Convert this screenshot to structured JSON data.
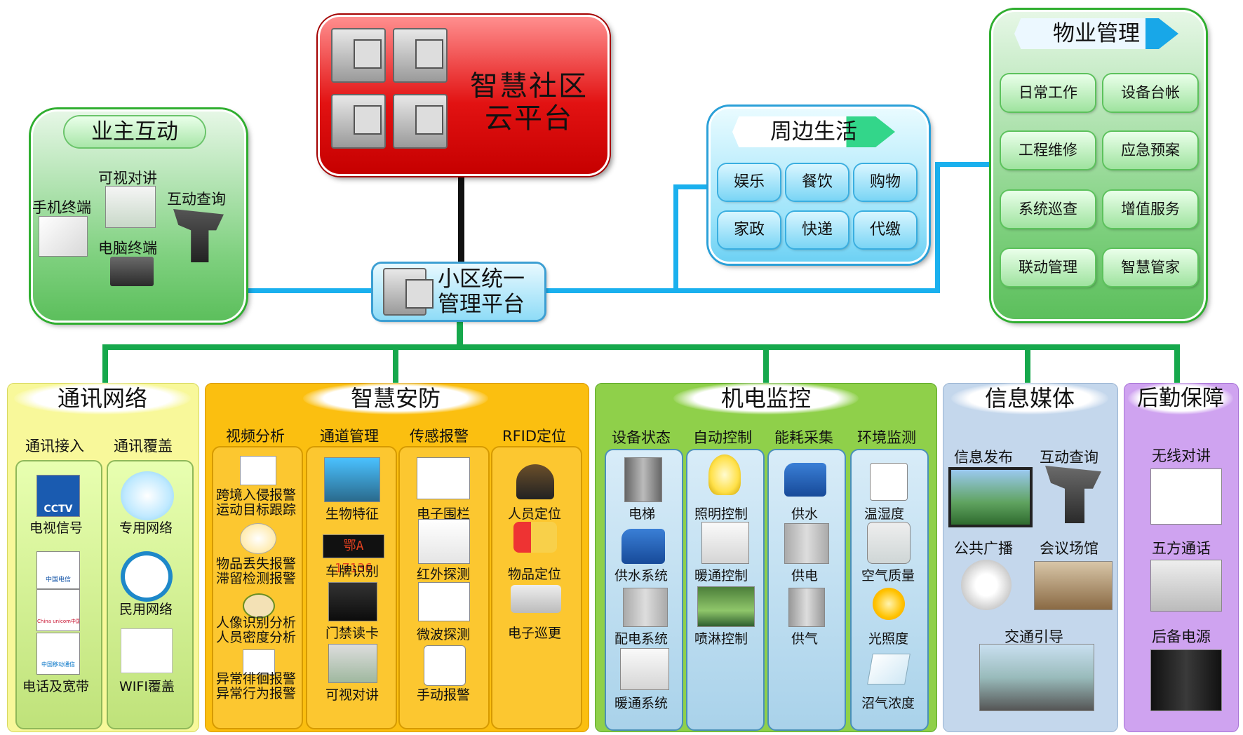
{
  "cloud_platform": {
    "line1": "智慧社区",
    "line2": "云平台"
  },
  "owner_interaction": {
    "title": "业主互动",
    "items": [
      "可视对讲",
      "手机终端",
      "互动查询",
      "电脑终端"
    ]
  },
  "surrounding_life": {
    "title": "周边生活",
    "buttons": [
      "娱乐",
      "餐饮",
      "购物",
      "家政",
      "快递",
      "代缴"
    ]
  },
  "property_management": {
    "title": "物业管理",
    "buttons": [
      "日常工作",
      "设备台帐",
      "工程维修",
      "应急预案",
      "系统巡查",
      "增值服务",
      "联动管理",
      "智慧管家"
    ]
  },
  "unified_platform": {
    "line1": "小区统一",
    "line2": "管理平台"
  },
  "communication": {
    "title": "通讯网络",
    "col1": {
      "header": "通讯接入",
      "items": [
        "电视信号",
        "电话及宽带"
      ]
    },
    "col2": {
      "header": "通讯覆盖",
      "items": [
        "专用网络",
        "民用网络",
        "WIFI覆盖"
      ]
    },
    "logo_text": {
      "cctv": "CCTV",
      "telecom": "中国电信",
      "unicom": "China unicom中国联通",
      "mobile": "中国移动通信"
    }
  },
  "security": {
    "title": "智慧安防",
    "col1": {
      "header": "视频分析",
      "items": [
        [
          "跨境入侵报警",
          "运动目标跟踪"
        ],
        [
          "物品丢失报警",
          "滞留检测报警"
        ],
        [
          "人像识别分析",
          "人员密度分析"
        ],
        [
          "异常徘徊报警",
          "异常行为报警"
        ]
      ]
    },
    "col2": {
      "header": "通道管理",
      "items": [
        "生物特征",
        "车牌识别",
        "门禁读卡",
        "可视对讲"
      ],
      "plate": "鄂A 17136"
    },
    "col3": {
      "header": "传感报警",
      "items": [
        "电子围栏",
        "红外探测",
        "微波探测",
        "手动报警"
      ]
    },
    "col4": {
      "header": "RFID定位",
      "items": [
        "人员定位",
        "物品定位",
        "电子巡更"
      ]
    }
  },
  "electromechanical": {
    "title": "机电监控",
    "col1": {
      "header": "设备状态",
      "items": [
        "电梯",
        "供水系统",
        "配电系统",
        "暖通系统"
      ]
    },
    "col2": {
      "header": "自动控制",
      "items": [
        "照明控制",
        "暖通控制",
        "喷淋控制"
      ]
    },
    "col3": {
      "header": "能耗采集",
      "items": [
        "供水",
        "供电",
        "供气"
      ]
    },
    "col4": {
      "header": "环境监测",
      "items": [
        "温湿度",
        "空气质量",
        "光照度",
        "沼气浓度"
      ]
    }
  },
  "media": {
    "title": "信息媒体",
    "items": [
      "信息发布",
      "互动查询",
      "公共广播",
      "会议场馆",
      "交通引导"
    ]
  },
  "logistics": {
    "title": "后勤保障",
    "items": [
      "无线对讲",
      "五方通话",
      "后备电源"
    ]
  },
  "colors": {
    "cloud_red": "#e21212",
    "green_line": "#16a84c",
    "blue_line": "#1ab0ee",
    "comm_panel": "#f8f89a",
    "security_panel": "#fbbf10",
    "electro_panel": "#8fd04a",
    "media_panel": "#c4d7ec",
    "logistics_panel": "#cfa3f0"
  }
}
